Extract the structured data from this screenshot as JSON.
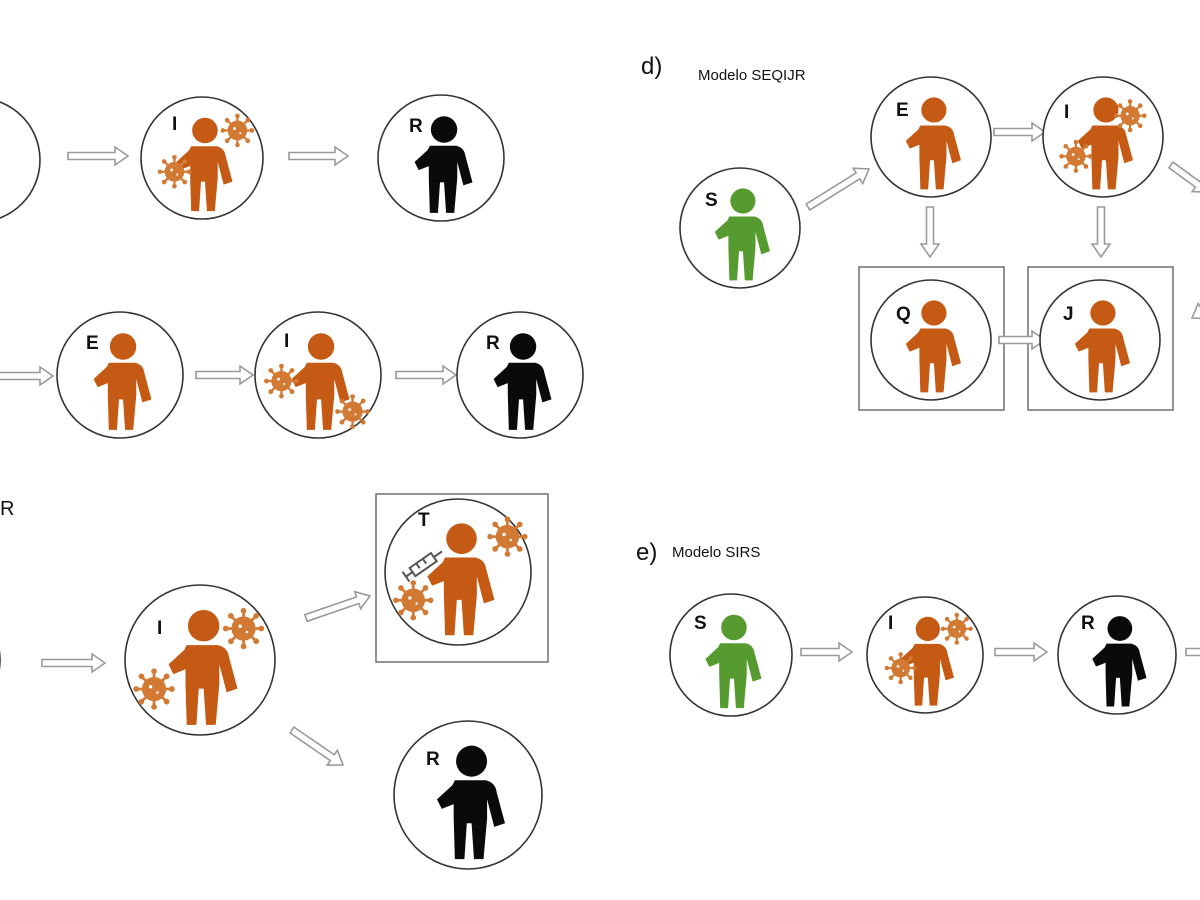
{
  "colors": {
    "susceptible": "#559b2f",
    "infected": "#c45a14",
    "recovered": "#0a0a0a",
    "virus": "#d27a34",
    "outline": "#333333",
    "arrow_stroke": "#9a9a9a"
  },
  "panels": {
    "c_fragment": "R",
    "d": {
      "letter": "d)",
      "title": "Modelo SEQIJR"
    },
    "e": {
      "letter": "e)",
      "title": "Modelo SIRS"
    }
  },
  "nodes": {
    "a_i": {
      "letter": "I",
      "state": "infected",
      "virus": true
    },
    "a_r": {
      "letter": "R",
      "state": "recovered"
    },
    "b_e": {
      "letter": "E",
      "state": "infected"
    },
    "b_i": {
      "letter": "I",
      "state": "infected",
      "virus": true
    },
    "b_r": {
      "letter": "R",
      "state": "recovered"
    },
    "c_i": {
      "letter": "I",
      "state": "infected",
      "virus": true
    },
    "c_t": {
      "letter": "T",
      "state": "infected",
      "virus": true,
      "icon": "syringe-icon"
    },
    "c_r": {
      "letter": "R",
      "state": "recovered"
    },
    "d_s": {
      "letter": "S",
      "state": "susceptible"
    },
    "d_e": {
      "letter": "E",
      "state": "infected"
    },
    "d_i": {
      "letter": "I",
      "state": "infected",
      "virus": true
    },
    "d_q": {
      "letter": "Q",
      "state": "infected"
    },
    "d_j": {
      "letter": "J",
      "state": "infected"
    },
    "e_s": {
      "letter": "S",
      "state": "susceptible"
    },
    "e_i": {
      "letter": "I",
      "state": "infected",
      "virus": true
    },
    "e_r": {
      "letter": "R",
      "state": "recovered"
    }
  }
}
